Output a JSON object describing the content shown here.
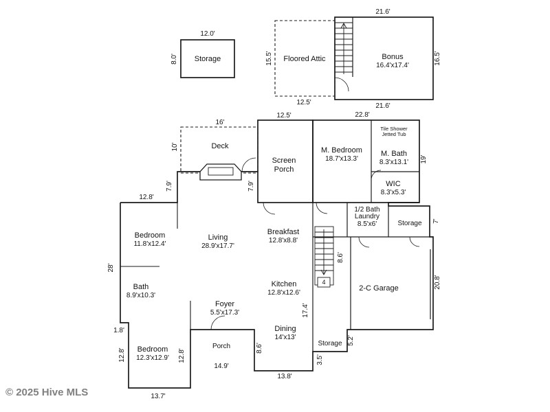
{
  "watermark": "© 2025 Hive MLS",
  "colors": {
    "wall": "#1a1a1a",
    "watermark": "#808080"
  },
  "rooms": {
    "storage_top": {
      "name": "Storage"
    },
    "attic": {
      "name": "Floored Attic"
    },
    "bonus": {
      "name": "Bonus",
      "size": "16.4'x17.4'"
    },
    "deck": {
      "name": "Deck"
    },
    "screen_porch": {
      "line1": "Screen",
      "line2": "Porch"
    },
    "m_bedroom": {
      "name": "M. Bedroom",
      "size": "18.7'x13.3'"
    },
    "m_bath": {
      "note1": "Tile Shower",
      "note2": "Jetted Tub",
      "name": "M. Bath",
      "size": "8.3'x13.1'"
    },
    "wic": {
      "name": "WIC",
      "size": "8.3'x5.3'"
    },
    "half_bath_laundry": {
      "line1": "1/2 Bath",
      "line2": "Laundry",
      "size": "8.5'x6'"
    },
    "storage_right": {
      "name": "Storage"
    },
    "bedroom1": {
      "name": "Bedroom",
      "size": "11.8'x12.4'"
    },
    "living": {
      "name": "Living",
      "size": "28.9'x17.7'"
    },
    "breakfast": {
      "name": "Breakfast",
      "size": "12.8'x8.8'"
    },
    "bath": {
      "name": "Bath",
      "size": "8.9'x10.3'"
    },
    "kitchen": {
      "name": "Kitchen",
      "size": "12.8'x12.6'"
    },
    "garage": {
      "name": "2-C Garage"
    },
    "foyer": {
      "name": "Foyer",
      "size": "5.5'x17.3'"
    },
    "dining": {
      "name": "Dining",
      "size": "14'x13'"
    },
    "porch": {
      "name": "Porch"
    },
    "bedroom2": {
      "name": "Bedroom",
      "size": "12.3'x12.9'"
    },
    "storage_bottom": {
      "name": "Storage"
    }
  },
  "dimensions": {
    "storage_top_w": "12.0'",
    "storage_top_h": "8.0'",
    "attic_h": "15.5'",
    "attic_w": "12.5'",
    "bonus_top": "21.6'",
    "bonus_bottom": "21.6'",
    "bonus_right": "16.5'",
    "deck_top": "16'",
    "deck_left": "10'",
    "screen_porch_top": "12.5'",
    "master_top": "22.8'",
    "master_right": "19'",
    "living_jog_left": "7.9'",
    "living_jog_right": "7.9'",
    "left_wing_top": "12.8'",
    "storage_right_side": "7'",
    "stairs_side": "8.6'",
    "west_side": "28'",
    "west_jog": "1.8'",
    "garage_right": "20.8'",
    "dining_side": "17.4'",
    "bedroom2_left": "12.8'",
    "bedroom2_right": "12.8'",
    "porch_side": "8.6'",
    "storage_bottom_right": "5.2'",
    "storage_bottom_left": "3.5'",
    "porch_bottom": "14.9'",
    "dining_bottom": "13.8'",
    "bedroom2_bottom": "13.7'",
    "stair_count": "4"
  }
}
